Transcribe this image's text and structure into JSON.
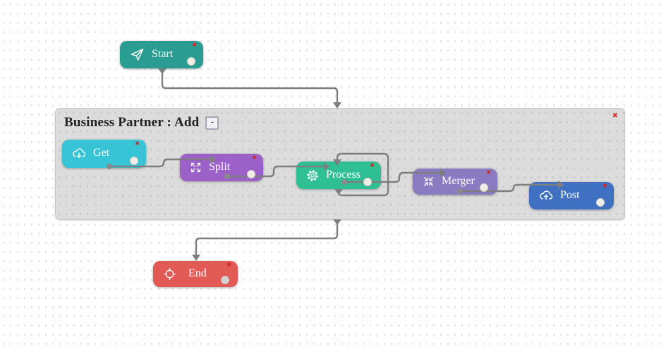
{
  "ui": {
    "close_glyph": "✖"
  },
  "group": {
    "title": "Business Partner : Add",
    "collapse_label": "-"
  },
  "nodes": [
    {
      "id": "start",
      "label": "Start",
      "icon": "paper-plane-icon",
      "color": "#2b9c92"
    },
    {
      "id": "get",
      "label": "Get",
      "icon": "cloud-download-icon",
      "color": "#36c4d6"
    },
    {
      "id": "split",
      "label": "Split",
      "icon": "expand-arrows-icon",
      "color": "#9b61c8"
    },
    {
      "id": "process",
      "label": "Process",
      "icon": "gear-icon",
      "color": "#2fbf94"
    },
    {
      "id": "merger",
      "label": "Merger",
      "icon": "collapse-arrows-icon",
      "color": "#897ac1"
    },
    {
      "id": "post",
      "label": "Post",
      "icon": "cloud-upload-icon",
      "color": "#4070c2"
    },
    {
      "id": "end",
      "label": "End",
      "icon": "target-icon",
      "color": "#e25a55"
    }
  ],
  "edges": [
    {
      "from": "Start",
      "to": "Business Partner : Add"
    },
    {
      "from": "Business Partner : Add",
      "to": "End"
    },
    {
      "from": "Get",
      "to": "Split"
    },
    {
      "from": "Split",
      "to": "Process"
    },
    {
      "from": "Process",
      "to": "Process"
    },
    {
      "from": "Process",
      "to": "Merger"
    },
    {
      "from": "Merger",
      "to": "Post"
    }
  ],
  "colors": {
    "wire": "#7e7e7e",
    "group_bg": "#dcdcdc",
    "close": "#cf2525",
    "port": "#f1eeea",
    "canvas_bg": "#ffffff"
  }
}
